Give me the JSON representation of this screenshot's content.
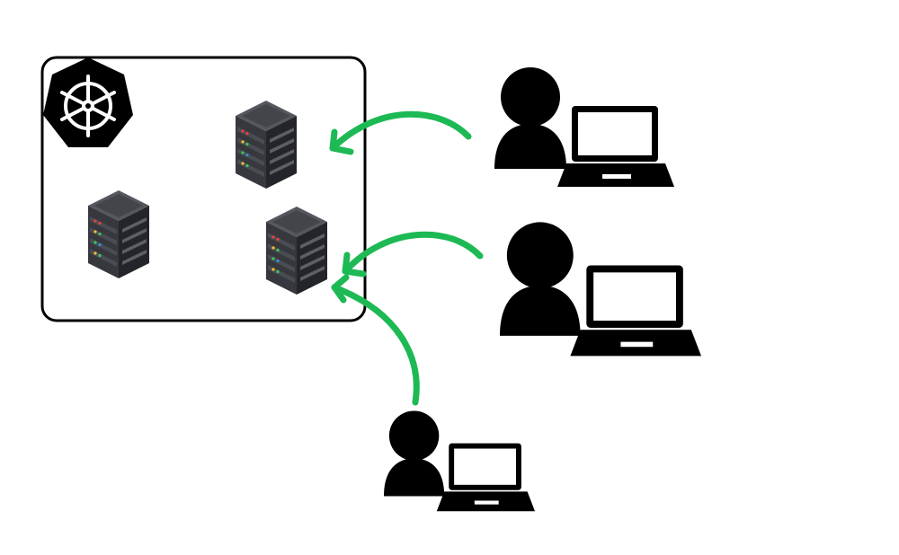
{
  "diagram": {
    "cluster": {
      "logo_icon": "kubernetes-helm-logo-icon",
      "nodes": [
        {
          "icon": "server-rack-icon"
        },
        {
          "icon": "server-rack-icon"
        },
        {
          "icon": "server-rack-icon"
        }
      ]
    },
    "users": [
      {
        "icon": "user-with-laptop-icon"
      },
      {
        "icon": "user-with-laptop-icon"
      },
      {
        "icon": "user-with-laptop-icon"
      }
    ],
    "connections": [
      {
        "from": "user-1",
        "to": "node-1"
      },
      {
        "from": "user-2",
        "to": "node-3"
      },
      {
        "from": "user-3",
        "to": "node-3"
      }
    ],
    "colors": {
      "arrow": "#1db954",
      "outline": "#000000",
      "rack_top": "#4f5158",
      "rack_side": "#2a2b30",
      "rack_front": "#3b3d43",
      "rack_vent": "#6a6c72",
      "led_red": "#e8423a",
      "led_yellow": "#f2c230",
      "led_green": "#3cc95a",
      "led_blue": "#2f8fe0"
    }
  }
}
